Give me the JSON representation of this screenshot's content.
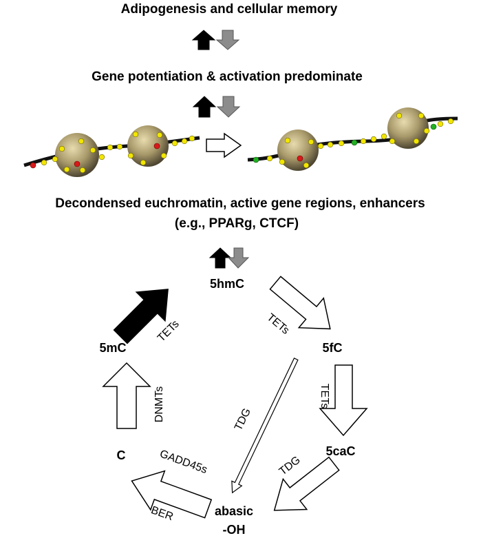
{
  "headings": {
    "top": "Adipogenesis and cellular memory",
    "middle": "Gene potentiation & activation predominate",
    "chromatin_line1": "Decondensed euchromatin, active gene regions, enhancers",
    "chromatin_line2": "(e.g., PPARg, CTCF)"
  },
  "nodes": {
    "hmC": "5hmC",
    "mC": "5mC",
    "fC": "5fC",
    "caC": "5caC",
    "C": "C",
    "abasic_line1": "abasic",
    "abasic_line2": "-OH"
  },
  "enzymes": {
    "tets_1": "TETs",
    "tets_2": "TETs",
    "tets_3": "TETs",
    "dnmts": "DNMTs",
    "tdg_1": "TDG",
    "tdg_2": "TDG",
    "gadd45s": "GADD45s",
    "ber": "BER"
  },
  "colors": {
    "up_arrow": "#000000",
    "down_arrow": "#8c8c8c",
    "nucleosome": "#8b7d55",
    "methyl_dot": "#d81a1a",
    "marker_dot": "#f2e600",
    "active_dot": "#22b022",
    "dna_strand": "#111111"
  }
}
